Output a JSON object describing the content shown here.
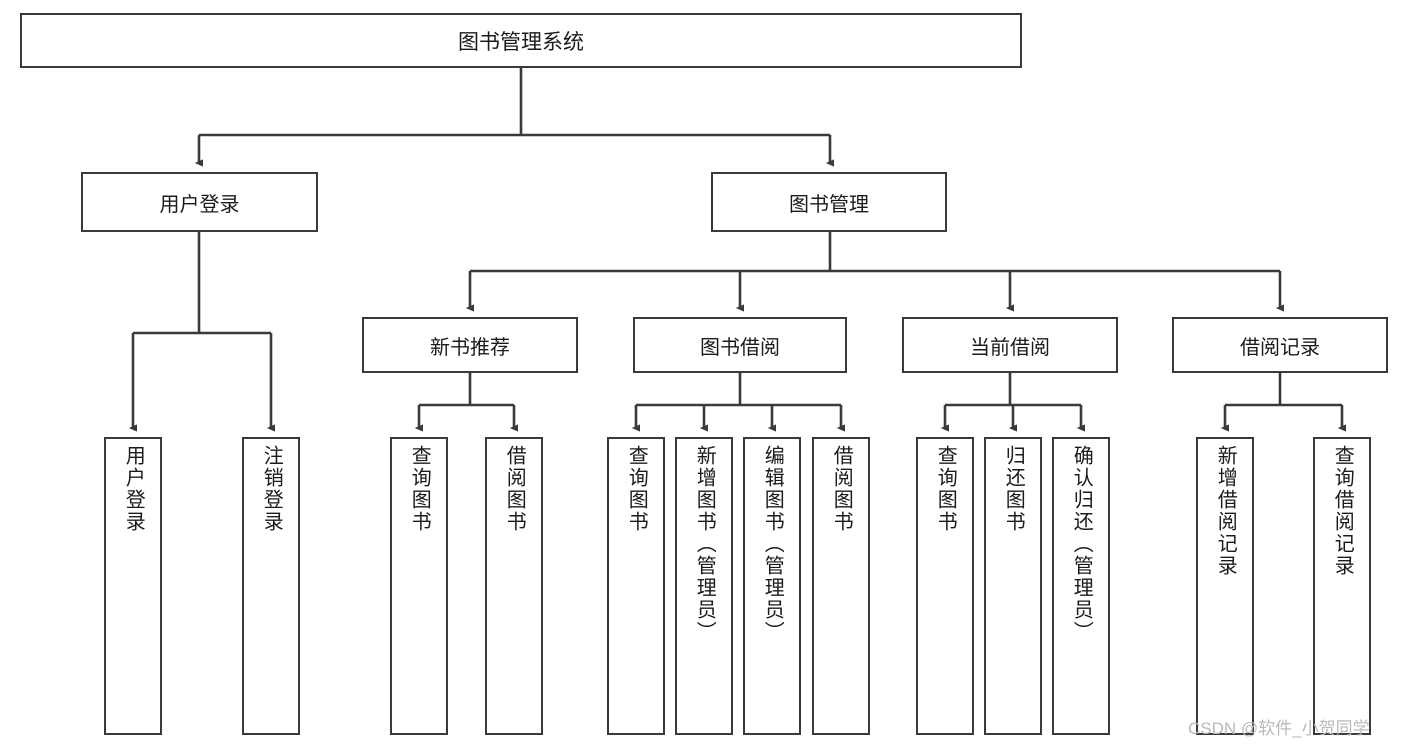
{
  "diagram": {
    "type": "tree-hierarchy-chart",
    "title": "图书管理系统",
    "stroke_color": "#3a3a3a",
    "fill_color": "#ffffff",
    "text_color": "#1b1b1b",
    "root": {
      "label": "图书管理系统"
    },
    "level1": [
      {
        "label": "用户登录"
      },
      {
        "label": "图书管理"
      }
    ],
    "level2": [
      {
        "label": "新书推荐"
      },
      {
        "label": "图书借阅"
      },
      {
        "label": "当前借阅"
      },
      {
        "label": "借阅记录"
      }
    ],
    "leaves": {
      "user_login": [
        {
          "label": "用户登录"
        },
        {
          "label": "注销登录"
        }
      ],
      "new_book_recommend": [
        {
          "label": "查询图书"
        },
        {
          "label": "借阅图书"
        }
      ],
      "book_borrow": [
        {
          "label": "查询图书"
        },
        {
          "label": "新增图书（管理员）"
        },
        {
          "label": "编辑图书（管理员）"
        },
        {
          "label": "借阅图书"
        }
      ],
      "current_borrow": [
        {
          "label": "查询图书"
        },
        {
          "label": "归还图书"
        },
        {
          "label": "确认归还（管理员）"
        }
      ],
      "borrow_record": [
        {
          "label": "新增借阅记录"
        },
        {
          "label": "查询借阅记录"
        }
      ]
    }
  },
  "watermark": {
    "text": "CSDN @软件_小贺同学"
  }
}
